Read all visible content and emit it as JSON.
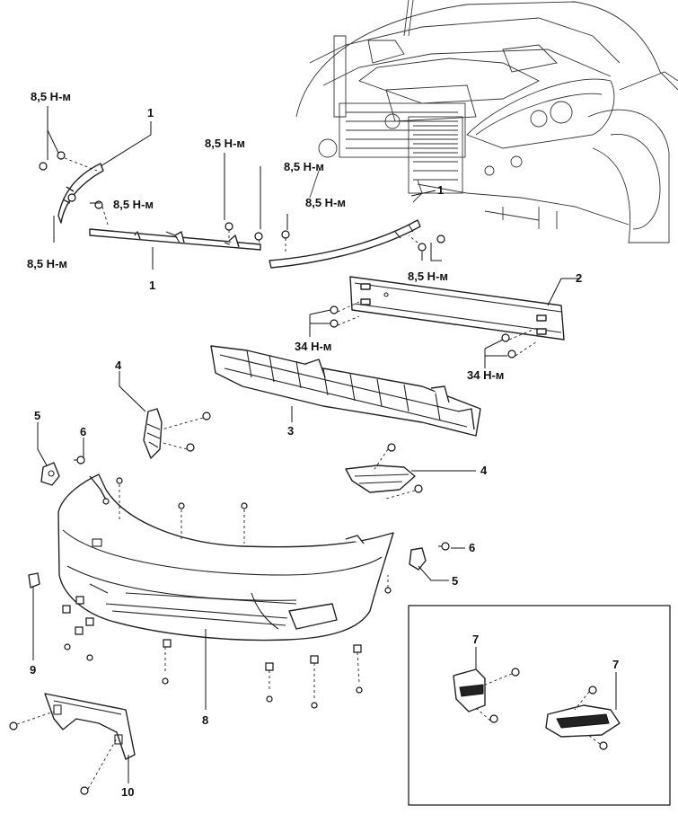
{
  "torque": {
    "t1": "8,5 Н-м",
    "t2": "8,5 Н-м",
    "t3": "8,5 Н-м",
    "t4": "8,5 Н-м",
    "t5": "8,5 Н-м",
    "t6": "8,5 Н-м",
    "t7": "8,5 Н-м",
    "t8": "34 Н-м",
    "t9": "34 Н-м"
  },
  "callouts": {
    "c1a": "1",
    "c1b": "1",
    "c1c": "1",
    "c2": "2",
    "c3": "3",
    "c4a": "4",
    "c4b": "4",
    "c5a": "5",
    "c5b": "5",
    "c6a": "6",
    "c6b": "6",
    "c7a": "7",
    "c7b": "7",
    "c8": "8",
    "c9": "9",
    "c10": "10"
  }
}
